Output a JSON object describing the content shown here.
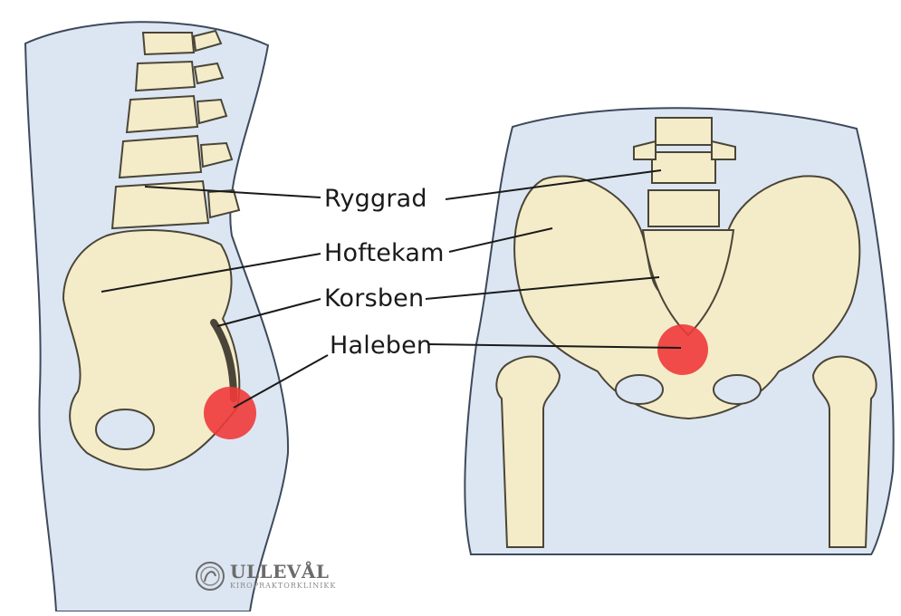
{
  "labels": {
    "ryggrad": "Ryggrad",
    "hoftekam": "Hoftekam",
    "korsben": "Korsben",
    "haleben": "Haleben"
  },
  "logo": {
    "name": "ULLEVÅL",
    "subtitle": "KIROPRAKTORKLINIKK"
  },
  "colors": {
    "skin": "#dce6f2",
    "outline": "#3d4a5c",
    "bone": "#f4ecc8",
    "bone_outline": "#4a4538",
    "highlight": "#f03a3a",
    "leader_line": "#1a1a1a"
  },
  "highlight_target": "Haleben"
}
